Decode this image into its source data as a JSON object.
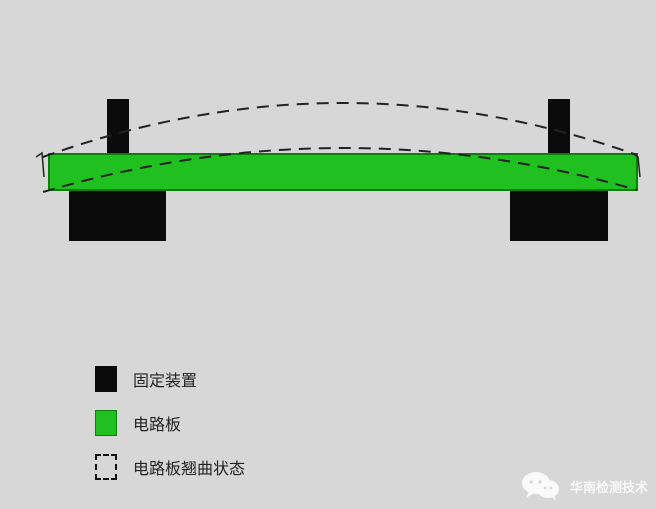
{
  "legend": {
    "items": [
      {
        "label": "固定装置",
        "swatch": "fixed",
        "color": "#0b0b0b"
      },
      {
        "label": "电路板",
        "swatch": "pcb",
        "color": "#20c020"
      },
      {
        "label": "电路板翘曲状态",
        "swatch": "warp",
        "color": "#111111"
      }
    ]
  },
  "watermark": {
    "text": "华南检测技术",
    "icon": "wechat-icon"
  },
  "colors": {
    "background": "#d7d7d7",
    "fixture": "#0b0b0b",
    "board": "#20c020",
    "board_border": "#0d7d0d",
    "warp_line": "#222222",
    "watermark_text": "#ffffff"
  }
}
